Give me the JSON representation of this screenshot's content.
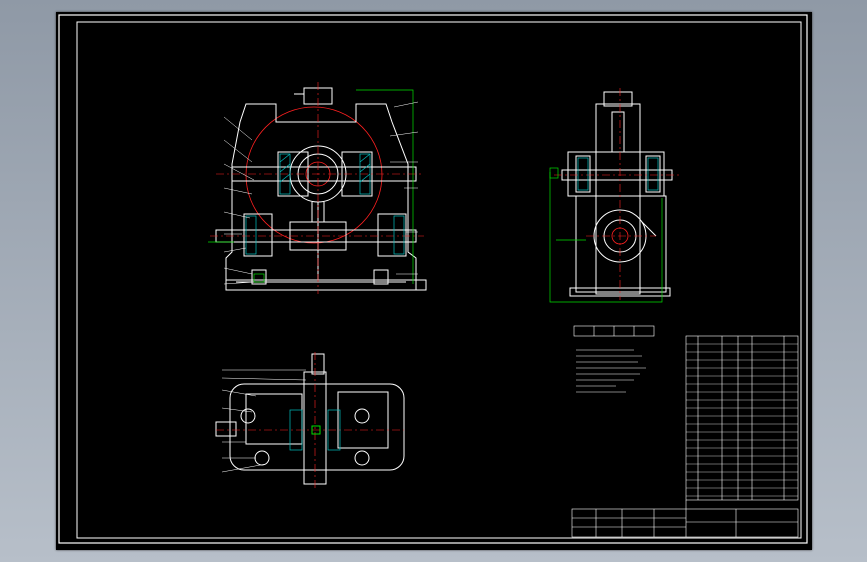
{
  "viewer": {
    "background_color": "#000000",
    "frame_color": "#ffffff",
    "part_color": "#ffffff",
    "centerline_color": "#ff2020",
    "hatch_color": "#00c0c0",
    "highlight_color": "#00e000"
  },
  "drawing": {
    "views": [
      "front-view",
      "side-view",
      "top-view"
    ],
    "title_block_present": true,
    "parts_list_present": true,
    "technical_notes_present": true
  }
}
